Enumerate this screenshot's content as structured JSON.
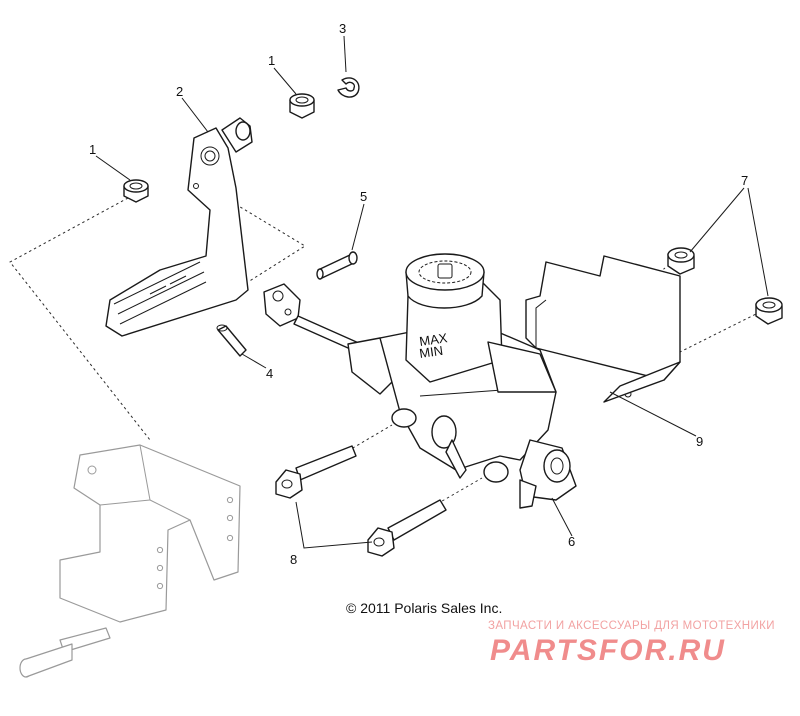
{
  "callouts": {
    "c1a": "1",
    "c1b": "1",
    "c2": "2",
    "c3": "3",
    "c4": "4",
    "c5": "5",
    "c6": "6",
    "c7": "7",
    "c8": "8",
    "c9": "9"
  },
  "reservoir_label": "MAX\nMIN",
  "copyright": "© 2011 Polaris Sales Inc.",
  "watermark": {
    "tagline": "ЗАПЧАСТИ И АКСЕССУАРЫ ДЛЯ МОТОТЕХНИКИ",
    "logo": "PARTSFOR.RU"
  },
  "colors": {
    "line": "#1a1a1a",
    "ghost": "#9a9a9a",
    "watermark": "#f08c8c"
  }
}
